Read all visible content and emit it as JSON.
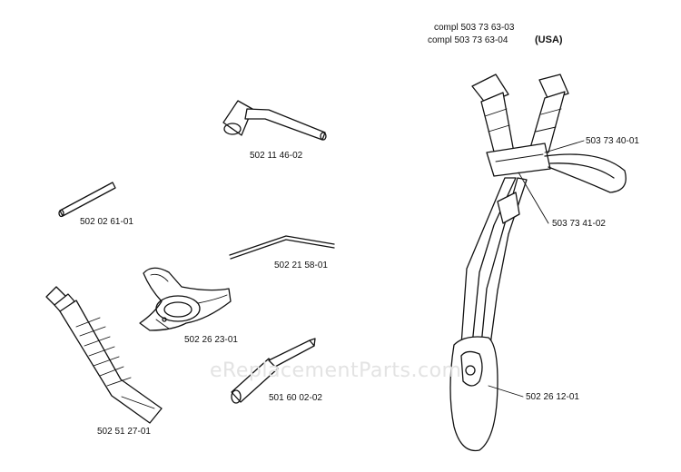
{
  "watermark": "eReplacementParts.com",
  "parts": {
    "harness_compl_1": "compl 503 73 63-03",
    "harness_compl_2": "compl  503 73 63-04",
    "usa_tag": "(USA)",
    "wrench": "502 11 46-02",
    "buckle_upper": "503 73 40-01",
    "pin": "502 02 61-01",
    "buckle_lower": "503 73 41-02",
    "rod": "502 21 58-01",
    "guard": "502 26 23-01",
    "tube": "502 51 27-01",
    "screwdriver": "501 60 02-02",
    "hip_pad": "502 26 12-01"
  }
}
